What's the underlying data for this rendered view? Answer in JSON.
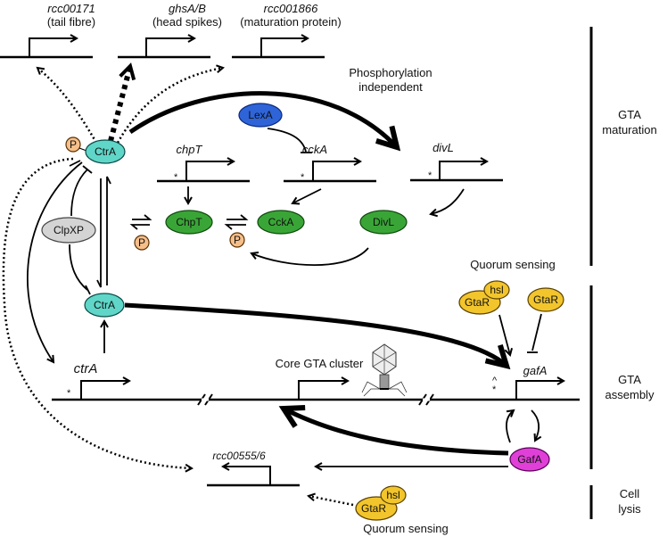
{
  "colors": {
    "ctra": "#5fd6c8",
    "green": "#3aa537",
    "lexa": "#2e64d8",
    "clpxp": "#d4d4d4",
    "gtar": "#f2c52c",
    "gafa": "#e040d8",
    "phospho": "#f6bf8a",
    "line": "#000000"
  },
  "top_genes": [
    {
      "gene": "rcc00171",
      "desc": "(tail fibre)"
    },
    {
      "gene": "ghsA/B",
      "desc": "(head spikes)"
    },
    {
      "gene": "rcc001866",
      "desc": "(maturation protein)"
    }
  ],
  "annotations": {
    "phospho_indep_1": "Phosphorylation",
    "phospho_indep_2": "independent",
    "quorum_top": "Quorum sensing",
    "quorum_bottom": "Quorum sensing",
    "core_cluster": "Core GTA cluster"
  },
  "genes": {
    "chpT": "chpT",
    "cckA": "cckA",
    "divL": "divL",
    "ctrA": "ctrA",
    "gafA": "gafA",
    "rcc00555": "rcc00555/6",
    "star": "*",
    "caret": "^"
  },
  "proteins": {
    "ctra_p": "CtrA",
    "ctra": "CtrA",
    "p": "P",
    "lexa": "LexA",
    "clpxp": "ClpXP",
    "chpt": "ChpT",
    "ccka": "CckA",
    "divl": "DivL",
    "gtar": "GtaR",
    "hsl": "hsl",
    "gafa": "GafA"
  },
  "sections": [
    {
      "line1": "GTA",
      "line2": "maturation"
    },
    {
      "line1": "GTA",
      "line2": "assembly"
    },
    {
      "line1": "Cell",
      "line2": "lysis"
    }
  ]
}
